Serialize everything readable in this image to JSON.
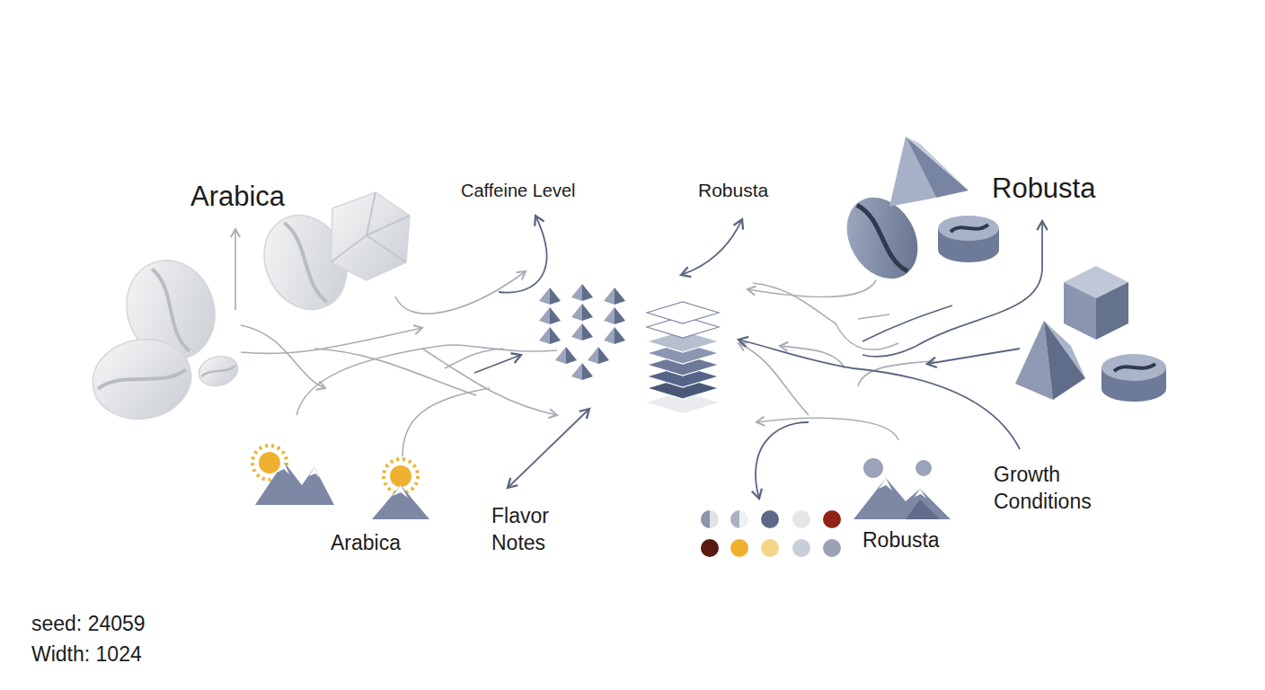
{
  "diagram": {
    "labels": [
      "Arabica",
      "Caffeine Level",
      "Robusta",
      "Robusta",
      "Arabica",
      "Flavor Notes",
      "Robusta",
      "Growth Conditions",
      "seed: 24059",
      "Width: 1024"
    ]
  }
}
